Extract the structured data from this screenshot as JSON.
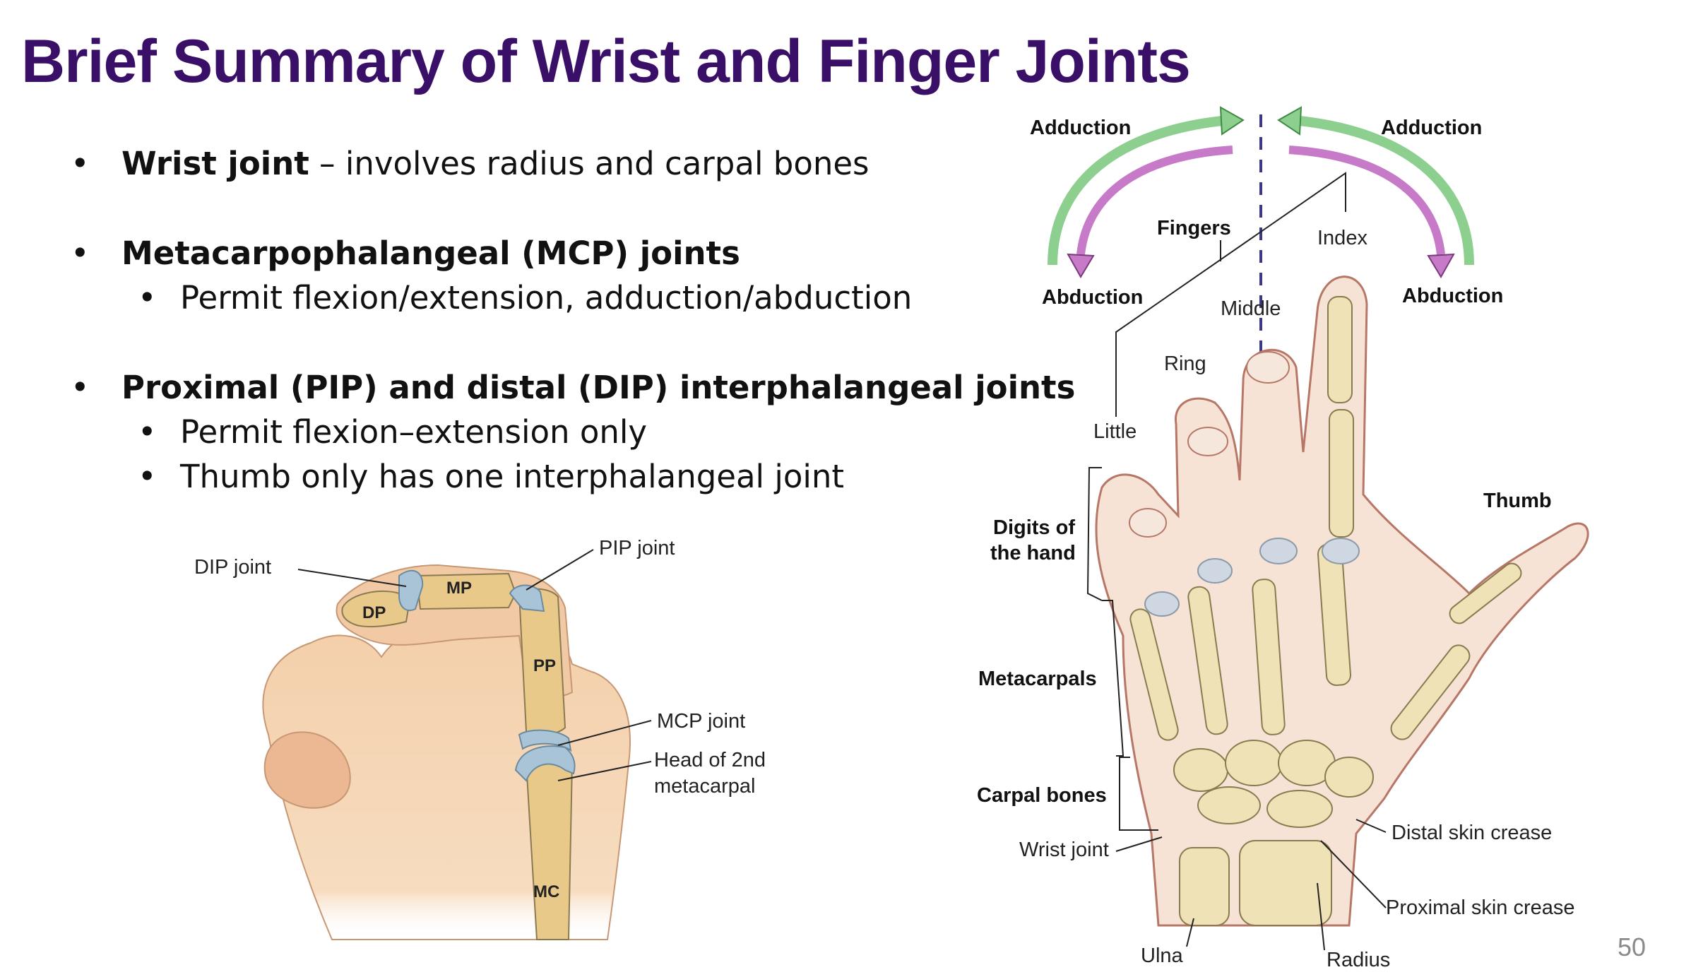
{
  "title": "Brief Summary of Wrist and Finger Joints",
  "bullets": [
    {
      "bold": "Wrist joint",
      "rest": " – involves radius and carpal bones"
    },
    {
      "bold": "Metacarpophalangeal (MCP) joints",
      "rest": "",
      "subs": [
        "Permit flexion/extension, adduction/abduction"
      ]
    },
    {
      "bold": "Proximal (PIP) and distal (DIP) interphalangeal joints",
      "rest": "",
      "subs": [
        "Permit flexion–extension only",
        "Thumb only has one interphalangeal joint"
      ]
    }
  ],
  "finger_figure": {
    "dip_joint": "DIP joint",
    "pip_joint": "PIP joint",
    "mcp_joint": "MCP joint",
    "head_line1": "Head of 2nd",
    "head_line2": "metacarpal",
    "dp": "DP",
    "mp": "MP",
    "pp": "PP",
    "mc": "MC"
  },
  "hand_figure": {
    "adduction_left": "Adduction",
    "adduction_right": "Adduction",
    "abduction_left": "Abduction",
    "abduction_right": "Abduction",
    "fingers": "Fingers",
    "index": "Index",
    "middle": "Middle",
    "ring": "Ring",
    "little": "Little",
    "thumb": "Thumb",
    "digits_line1": "Digits of",
    "digits_line2": "the hand",
    "metacarpals": "Metacarpals",
    "carpal_bones": "Carpal bones",
    "wrist_joint": "Wrist joint",
    "distal_crease": "Distal skin crease",
    "proximal_crease": "Proximal skin crease",
    "ulna": "Ulna",
    "radius": "Radius"
  },
  "page_number": "50",
  "colors": {
    "title": "#3a0f68",
    "adduction_arrow": "#8ccf8f",
    "abduction_arrow": "#c77ac8",
    "skin": "#f4d3b3",
    "bone": "#efe2b6",
    "cartilage": "#a9c4d6"
  }
}
